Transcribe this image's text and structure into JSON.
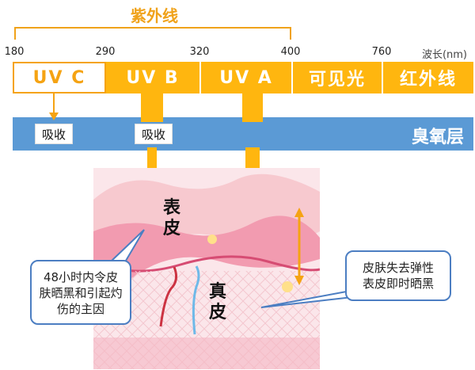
{
  "title": "紫外线",
  "wavelength_ticks": [
    "180",
    "290",
    "320",
    "400",
    "760"
  ],
  "wavelength_label": "波长(nm)",
  "bands": [
    "UV  C",
    "UV  B",
    "UV  A",
    "可见光",
    "红外线"
  ],
  "ozone_label": "臭氧层",
  "absorb_labels": [
    "吸收",
    "吸收"
  ],
  "layers": {
    "epidermis": "表皮",
    "dermis": "真皮"
  },
  "callouts": {
    "uvb": "48小时内令皮肤晒黑和引起灼伤的主因",
    "uva": "皮肤失去弹性表皮即时晒黑"
  },
  "colors": {
    "uv_orange": "#ffb60f",
    "ozone_blue": "#5b9ad5",
    "callout_border": "#4c7ec2"
  }
}
